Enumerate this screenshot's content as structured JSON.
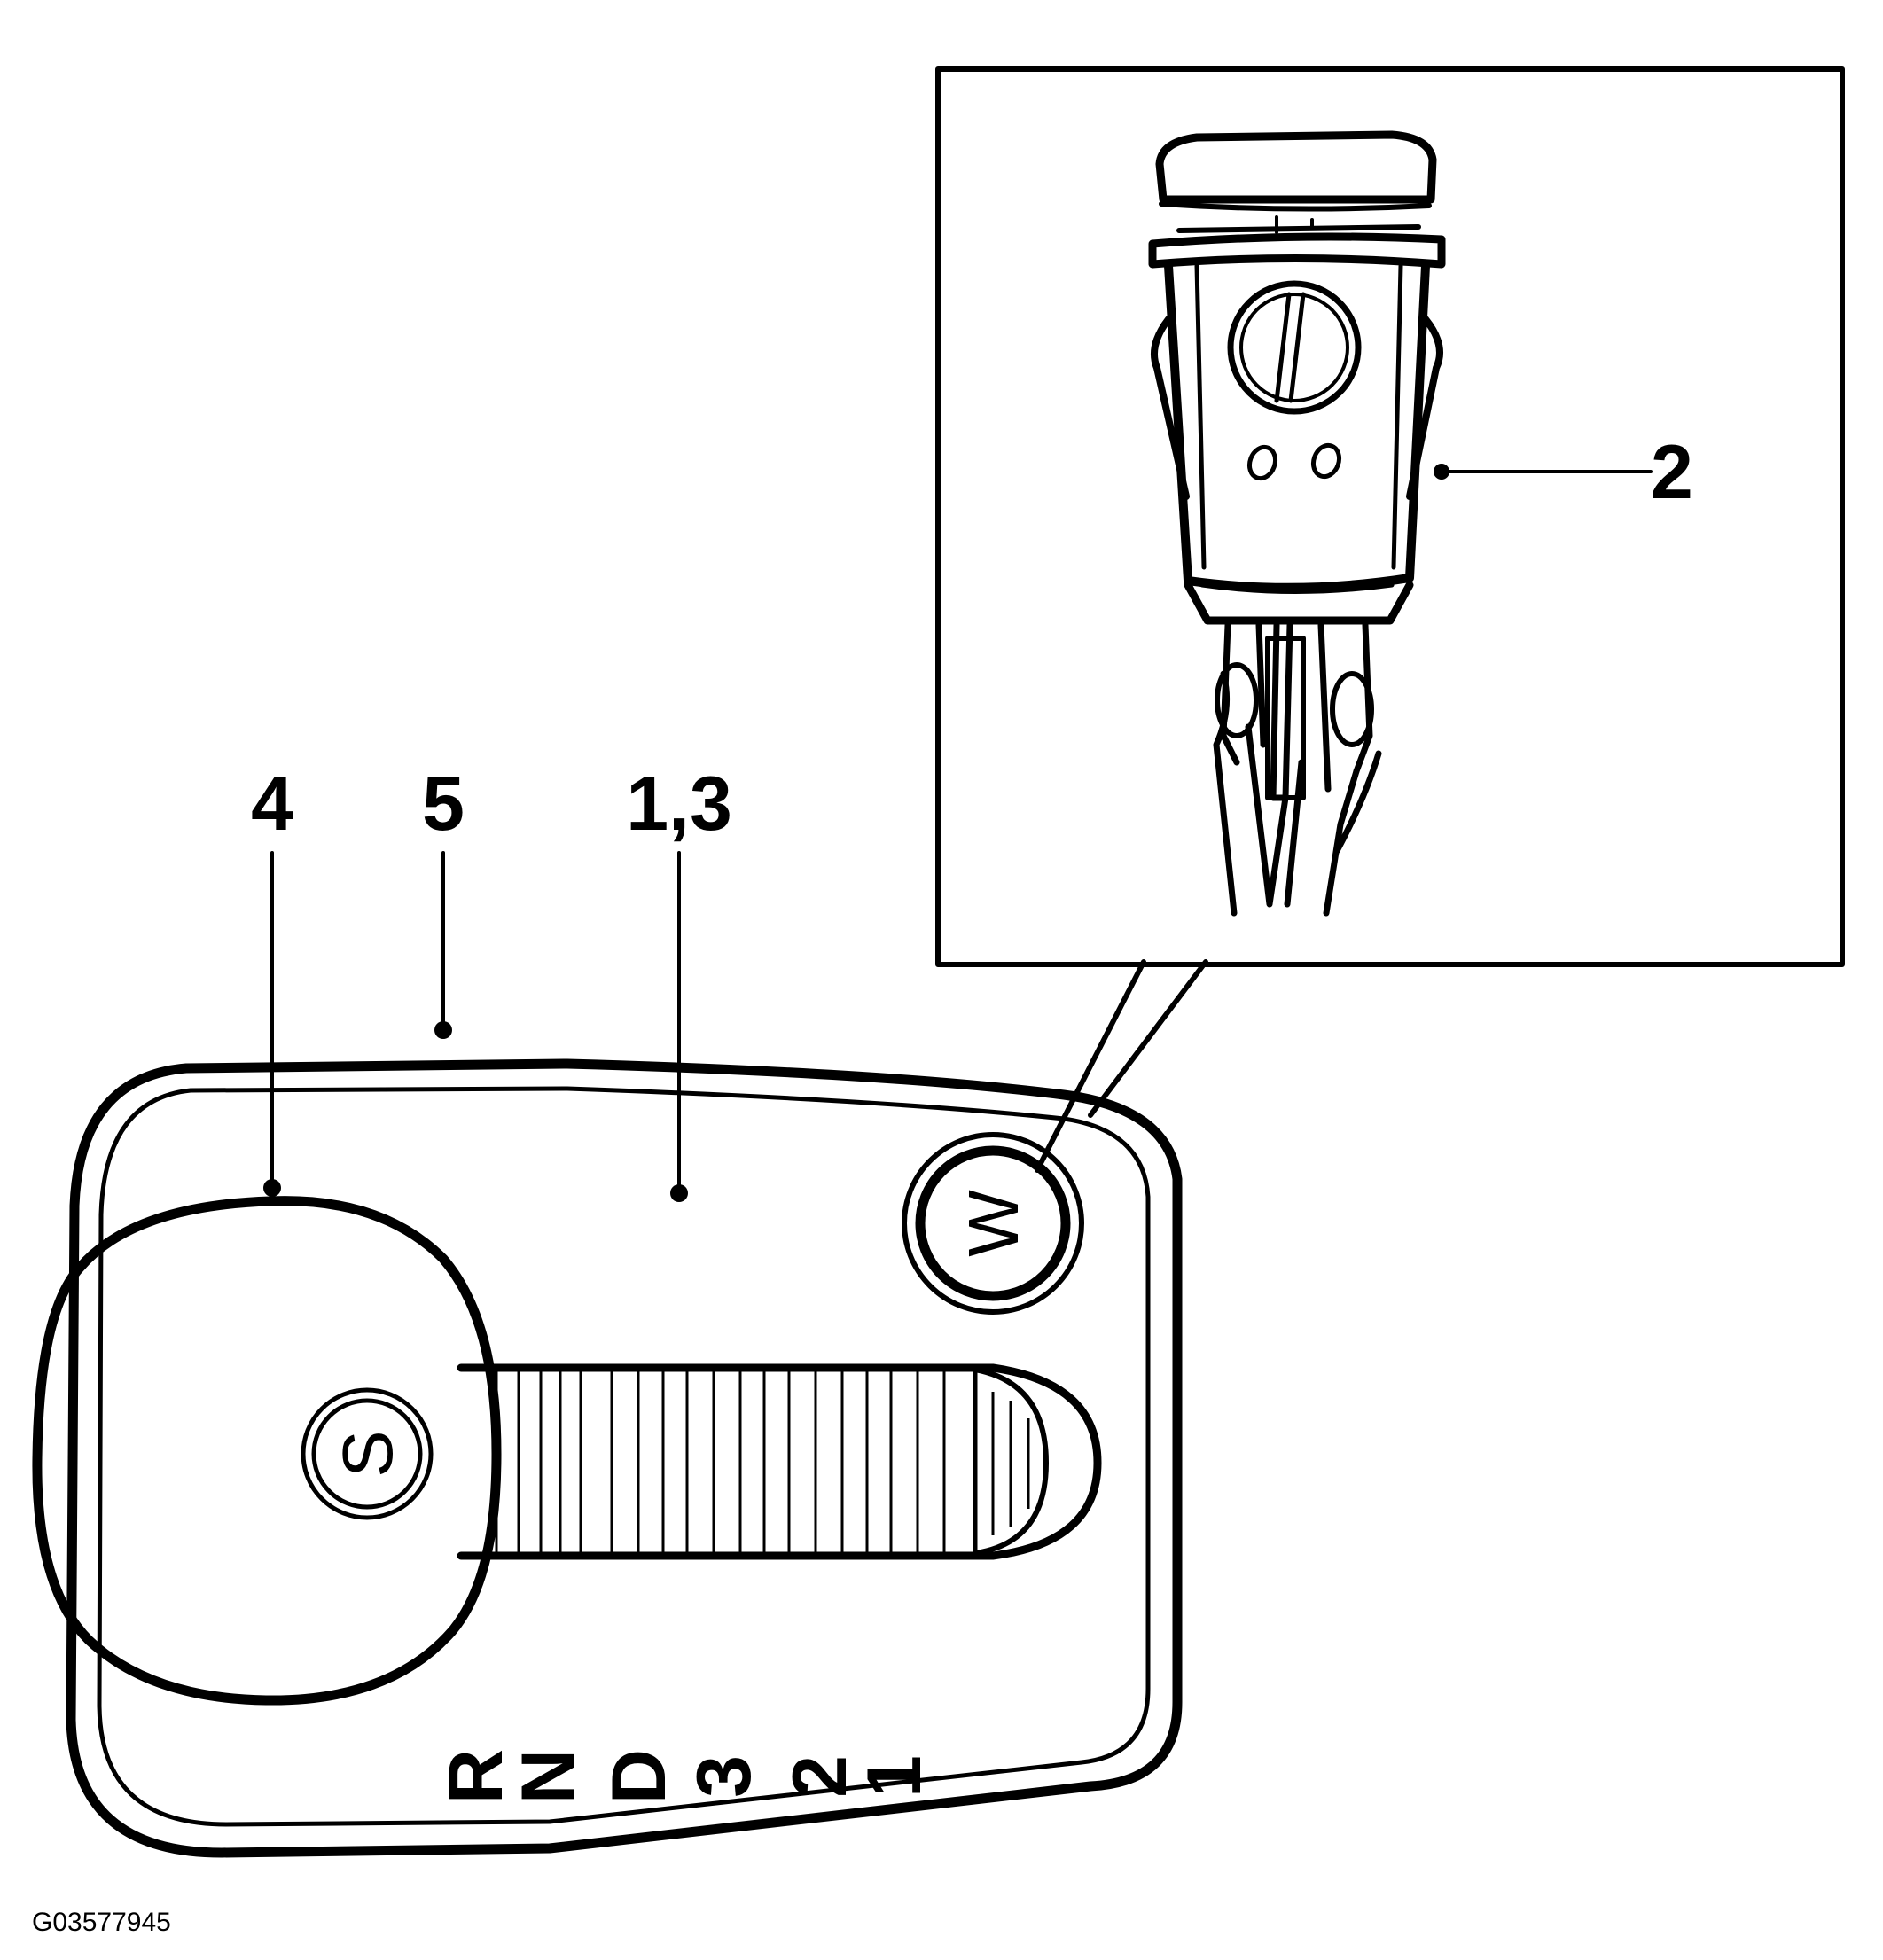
{
  "figure": {
    "code": "G03577945",
    "callouts": {
      "c1_3": "1,3",
      "c2": "2",
      "c4": "4",
      "c5": "5"
    },
    "buttons": {
      "s": "S",
      "w": "W"
    },
    "gears": [
      "R",
      "N",
      "D",
      "3",
      "2",
      "1"
    ]
  }
}
